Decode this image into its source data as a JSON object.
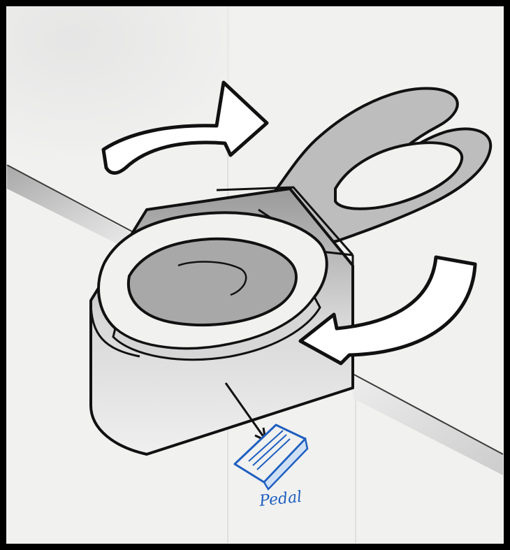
{
  "sketch": {
    "pedal_label": "Pedal",
    "colors": {
      "paper": "#f1f1f0",
      "ink": "#111111",
      "pencil_shade": "#8a8a8a",
      "pen_blue": "#1f5fbf",
      "frame": "#000000"
    },
    "elements": [
      "top-curved-arrow",
      "rotated-toilet-seat-outline",
      "toilet-base-block",
      "toilet-seat-on-base",
      "right-curved-arrow",
      "pointer-arrow",
      "pedal-icon"
    ]
  }
}
